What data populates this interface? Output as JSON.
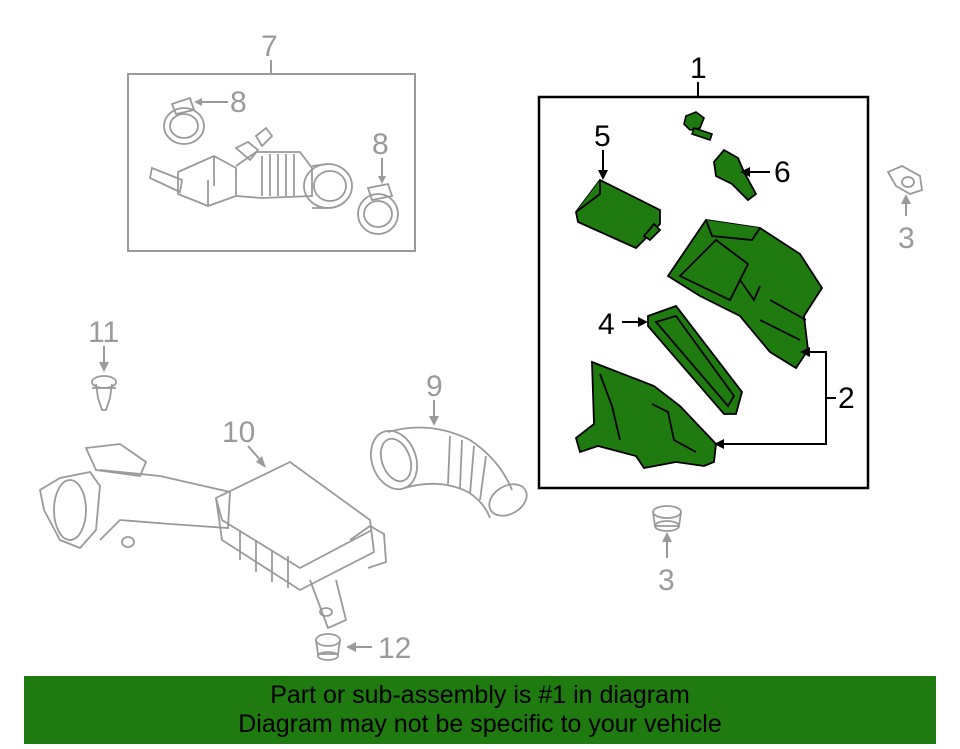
{
  "callouts": {
    "c1": "1",
    "c2": "2",
    "c3a": "3",
    "c3b": "3",
    "c4": "4",
    "c5": "5",
    "c6": "6",
    "c7": "7",
    "c8a": "8",
    "c8b": "8",
    "c9": "9",
    "c10": "10",
    "c11": "11",
    "c12": "12"
  },
  "colors": {
    "highlight_fill": "#1f7a10",
    "footer_bg": "#1f7a10",
    "line_dark": "#000000",
    "line_gray": "#9a9a9a"
  },
  "footer": {
    "line1": "Part or sub-assembly is #1 in diagram",
    "line2": "Diagram may not be specific to your vehicle"
  }
}
